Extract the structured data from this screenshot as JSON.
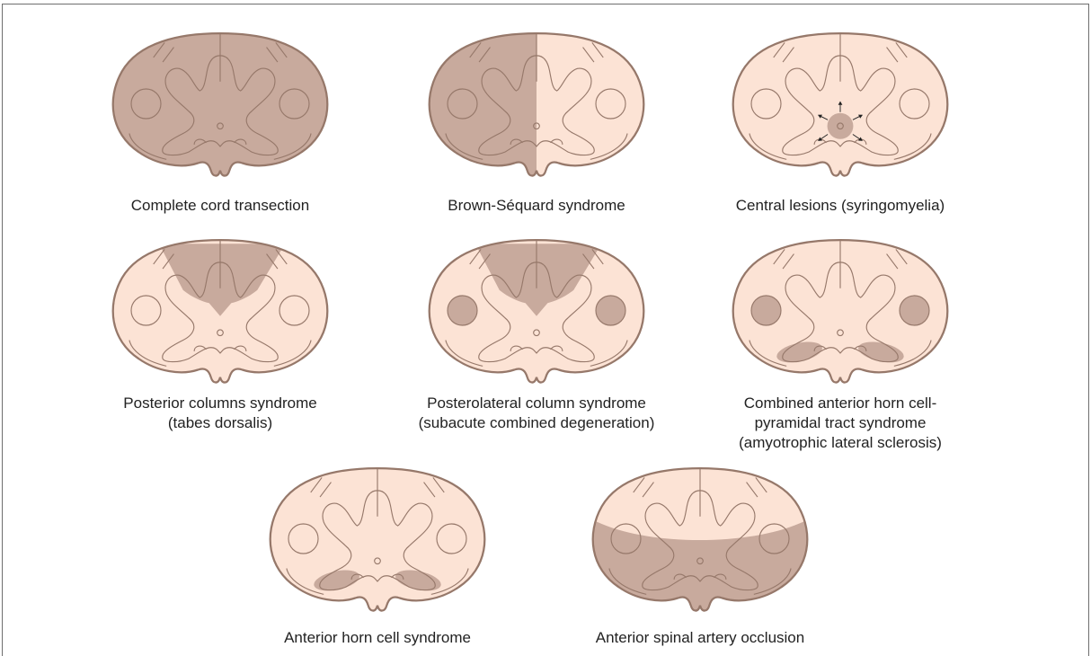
{
  "colors": {
    "normal_tissue": "#fce3d5",
    "lesion": "#c8aa9d",
    "outline": "#96786a",
    "caption_text": "#222222"
  },
  "panels": [
    {
      "id": "complete-cord-transection",
      "caption": [
        "Complete cord transection"
      ],
      "lesion": "complete"
    },
    {
      "id": "brown-sequard-syndrome",
      "caption": [
        "Brown-Séquard syndrome"
      ],
      "lesion": "hemisection-left"
    },
    {
      "id": "central-lesions",
      "caption": [
        "Central lesions (syringomyelia)"
      ],
      "lesion": "central"
    },
    {
      "id": "posterior-columns-syndrome",
      "caption": [
        "Posterior columns syndrome",
        "(tabes dorsalis)"
      ],
      "lesion": "posterior-columns"
    },
    {
      "id": "posterolateral-column-syndrome",
      "caption": [
        "Posterolateral column syndrome",
        "(subacute combined degeneration)"
      ],
      "lesion": "posterior-columns+lateral-tracts"
    },
    {
      "id": "combined-anterior-horn-pyramidal",
      "caption": [
        "Combined anterior horn cell-",
        "pyramidal tract syndrome",
        "(amyotrophic lateral sclerosis)"
      ],
      "lesion": "lateral-tracts+anterior-horns"
    },
    {
      "id": "anterior-horn-cell-syndrome",
      "caption": [
        "Anterior horn cell syndrome"
      ],
      "lesion": "anterior-horns"
    },
    {
      "id": "anterior-spinal-artery-occlusion",
      "caption": [
        "Anterior spinal artery occlusion"
      ],
      "lesion": "anterior-two-thirds"
    }
  ]
}
